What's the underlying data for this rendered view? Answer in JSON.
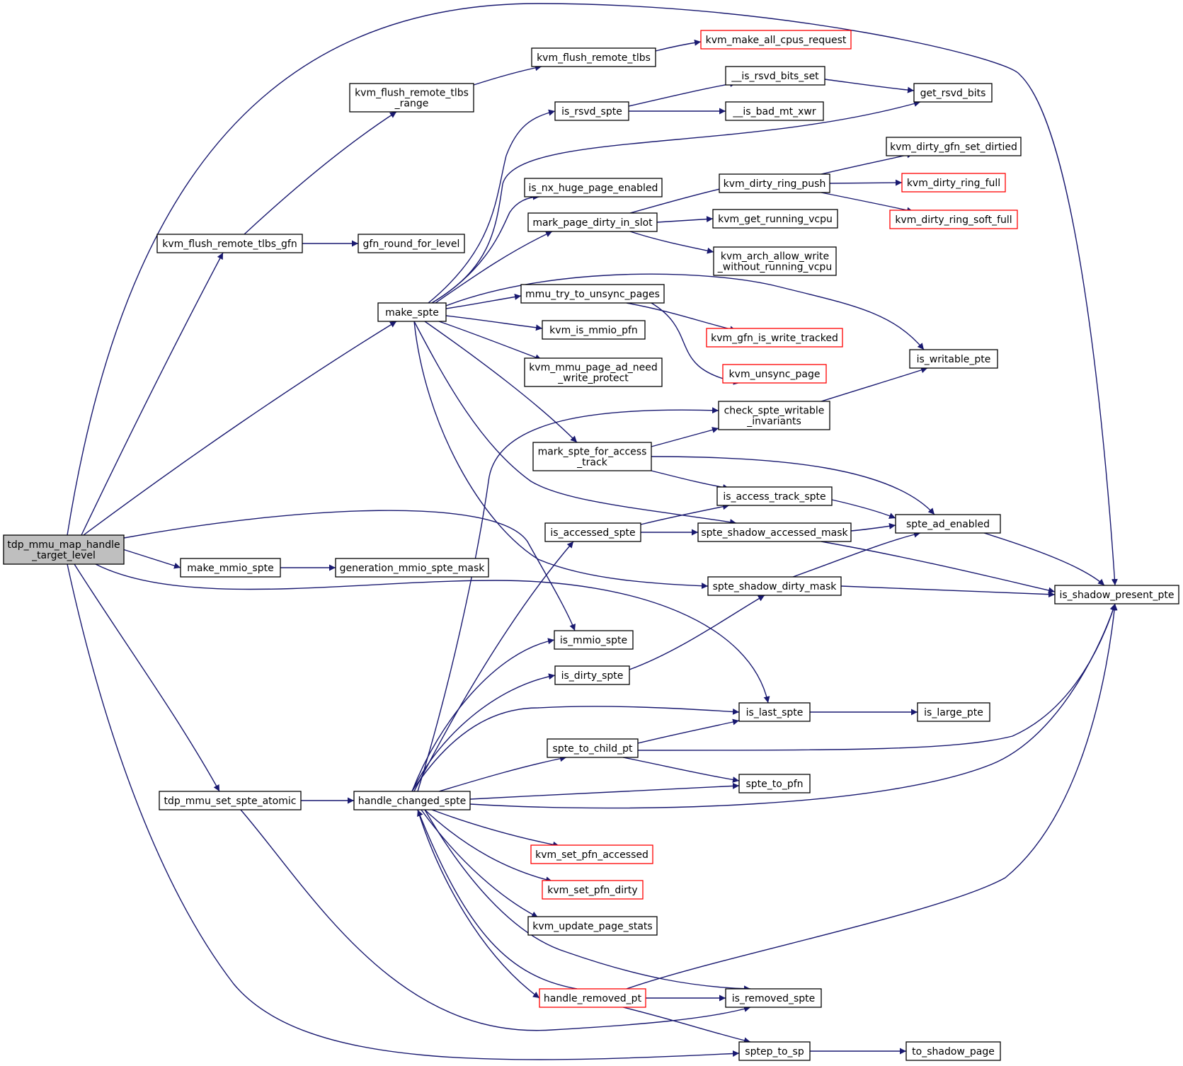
{
  "colors": {
    "edge": "#191970",
    "node_border": "#000000",
    "node_border_external": "#ff0000",
    "root_fill": "#bfbfbf",
    "node_fill": "#ffffff",
    "text": "#000000"
  },
  "nodes": {
    "root": {
      "lines": [
        "tdp_mmu_map_handle",
        "_target_level"
      ],
      "root": true
    },
    "kvm_make_all_cpus_request": {
      "lines": [
        "kvm_make_all_cpus_request"
      ],
      "external": true
    },
    "kvm_flush_remote_tlbs": {
      "lines": [
        "kvm_flush_remote_tlbs"
      ]
    },
    "kvm_flush_remote_tlbs_range": {
      "lines": [
        "kvm_flush_remote_tlbs",
        "_range"
      ]
    },
    "is_rsvd_bits_set": {
      "lines": [
        "__is_rsvd_bits_set"
      ]
    },
    "get_rsvd_bits": {
      "lines": [
        "get_rsvd_bits"
      ]
    },
    "is_rsvd_spte": {
      "lines": [
        "is_rsvd_spte"
      ]
    },
    "is_bad_mt_xwr": {
      "lines": [
        "__is_bad_mt_xwr"
      ]
    },
    "kvm_dirty_gfn_set_dirtied": {
      "lines": [
        "kvm_dirty_gfn_set_dirtied"
      ]
    },
    "is_nx_huge_page_enabled": {
      "lines": [
        "is_nx_huge_page_enabled"
      ]
    },
    "kvm_dirty_ring_push": {
      "lines": [
        "kvm_dirty_ring_push"
      ]
    },
    "kvm_dirty_ring_full": {
      "lines": [
        "kvm_dirty_ring_full"
      ],
      "external": true
    },
    "mark_page_dirty_in_slot": {
      "lines": [
        "mark_page_dirty_in_slot"
      ]
    },
    "kvm_get_running_vcpu": {
      "lines": [
        "kvm_get_running_vcpu"
      ]
    },
    "kvm_dirty_ring_soft_full": {
      "lines": [
        "kvm_dirty_ring_soft_full"
      ],
      "external": true
    },
    "kvm_flush_remote_tlbs_gfn": {
      "lines": [
        "kvm_flush_remote_tlbs_gfn"
      ]
    },
    "gfn_round_for_level": {
      "lines": [
        "gfn_round_for_level"
      ]
    },
    "kvm_arch_allow_write": {
      "lines": [
        "kvm_arch_allow_write",
        "_without_running_vcpu"
      ]
    },
    "mmu_try_to_unsync_pages": {
      "lines": [
        "mmu_try_to_unsync_pages"
      ]
    },
    "make_spte": {
      "lines": [
        "make_spte"
      ]
    },
    "kvm_is_mmio_pfn": {
      "lines": [
        "kvm_is_mmio_pfn"
      ]
    },
    "kvm_gfn_is_write_tracked": {
      "lines": [
        "kvm_gfn_is_write_tracked"
      ],
      "external": true
    },
    "is_writable_pte": {
      "lines": [
        "is_writable_pte"
      ]
    },
    "kvm_mmu_page_ad_need": {
      "lines": [
        "kvm_mmu_page_ad_need",
        "_write_protect"
      ]
    },
    "kvm_unsync_page": {
      "lines": [
        "kvm_unsync_page"
      ],
      "external": true
    },
    "check_spte_writable": {
      "lines": [
        "check_spte_writable",
        "_invariants"
      ]
    },
    "mark_spte_for_access": {
      "lines": [
        "mark_spte_for_access",
        "_track"
      ]
    },
    "is_access_track_spte": {
      "lines": [
        "is_access_track_spte"
      ]
    },
    "spte_ad_enabled": {
      "lines": [
        "spte_ad_enabled"
      ]
    },
    "is_accessed_spte": {
      "lines": [
        "is_accessed_spte"
      ]
    },
    "spte_shadow_accessed_mask": {
      "lines": [
        "spte_shadow_accessed_mask"
      ]
    },
    "make_mmio_spte": {
      "lines": [
        "make_mmio_spte"
      ]
    },
    "generation_mmio_spte_mask": {
      "lines": [
        "generation_mmio_spte_mask"
      ]
    },
    "spte_shadow_dirty_mask": {
      "lines": [
        "spte_shadow_dirty_mask"
      ]
    },
    "is_shadow_present_pte": {
      "lines": [
        "is_shadow_present_pte"
      ]
    },
    "is_mmio_spte": {
      "lines": [
        "is_mmio_spte"
      ]
    },
    "is_dirty_spte": {
      "lines": [
        "is_dirty_spte"
      ]
    },
    "is_last_spte": {
      "lines": [
        "is_last_spte"
      ]
    },
    "is_large_pte": {
      "lines": [
        "is_large_pte"
      ]
    },
    "spte_to_child_pt": {
      "lines": [
        "spte_to_child_pt"
      ]
    },
    "tdp_mmu_set_spte_atomic": {
      "lines": [
        "tdp_mmu_set_spte_atomic"
      ]
    },
    "handle_changed_spte": {
      "lines": [
        "handle_changed_spte"
      ]
    },
    "spte_to_pfn": {
      "lines": [
        "spte_to_pfn"
      ]
    },
    "kvm_set_pfn_accessed": {
      "lines": [
        "kvm_set_pfn_accessed"
      ],
      "external": true
    },
    "kvm_set_pfn_dirty": {
      "lines": [
        "kvm_set_pfn_dirty"
      ],
      "external": true
    },
    "kvm_update_page_stats": {
      "lines": [
        "kvm_update_page_stats"
      ]
    },
    "handle_removed_pt": {
      "lines": [
        "handle_removed_pt"
      ],
      "external": true
    },
    "is_removed_spte": {
      "lines": [
        "is_removed_spte"
      ]
    },
    "sptep_to_sp": {
      "lines": [
        "sptep_to_sp"
      ]
    },
    "to_shadow_page": {
      "lines": [
        "to_shadow_page"
      ]
    }
  },
  "edges": [
    [
      "root",
      "is_shadow_present_pte"
    ],
    [
      "root",
      "kvm_flush_remote_tlbs_gfn"
    ],
    [
      "root",
      "make_spte"
    ],
    [
      "root",
      "make_mmio_spte"
    ],
    [
      "root",
      "is_mmio_spte"
    ],
    [
      "root",
      "is_last_spte"
    ],
    [
      "root",
      "tdp_mmu_set_spte_atomic"
    ],
    [
      "root",
      "sptep_to_sp"
    ],
    [
      "kvm_flush_remote_tlbs_gfn",
      "kvm_flush_remote_tlbs_range"
    ],
    [
      "kvm_flush_remote_tlbs_gfn",
      "gfn_round_for_level"
    ],
    [
      "kvm_flush_remote_tlbs_range",
      "kvm_flush_remote_tlbs"
    ],
    [
      "kvm_flush_remote_tlbs",
      "kvm_make_all_cpus_request"
    ],
    [
      "make_spte",
      "is_rsvd_spte"
    ],
    [
      "make_spte",
      "get_rsvd_bits"
    ],
    [
      "make_spte",
      "is_nx_huge_page_enabled"
    ],
    [
      "make_spte",
      "mark_page_dirty_in_slot"
    ],
    [
      "make_spte",
      "mmu_try_to_unsync_pages"
    ],
    [
      "make_spte",
      "kvm_is_mmio_pfn"
    ],
    [
      "make_spte",
      "kvm_mmu_page_ad_need"
    ],
    [
      "make_spte",
      "is_writable_pte"
    ],
    [
      "make_spte",
      "mark_spte_for_access"
    ],
    [
      "make_spte",
      "spte_shadow_accessed_mask"
    ],
    [
      "make_spte",
      "spte_shadow_dirty_mask"
    ],
    [
      "is_rsvd_spte",
      "is_rsvd_bits_set"
    ],
    [
      "is_rsvd_spte",
      "is_bad_mt_xwr"
    ],
    [
      "is_rsvd_bits_set",
      "get_rsvd_bits"
    ],
    [
      "mark_page_dirty_in_slot",
      "kvm_dirty_ring_push"
    ],
    [
      "mark_page_dirty_in_slot",
      "kvm_get_running_vcpu"
    ],
    [
      "mark_page_dirty_in_slot",
      "kvm_arch_allow_write"
    ],
    [
      "kvm_dirty_ring_push",
      "kvm_dirty_gfn_set_dirtied"
    ],
    [
      "kvm_dirty_ring_push",
      "kvm_dirty_ring_full"
    ],
    [
      "kvm_dirty_ring_push",
      "kvm_dirty_ring_soft_full"
    ],
    [
      "mmu_try_to_unsync_pages",
      "kvm_gfn_is_write_tracked"
    ],
    [
      "mmu_try_to_unsync_pages",
      "kvm_unsync_page"
    ],
    [
      "check_spte_writable",
      "is_writable_pte"
    ],
    [
      "mark_spte_for_access",
      "check_spte_writable"
    ],
    [
      "mark_spte_for_access",
      "is_access_track_spte"
    ],
    [
      "mark_spte_for_access",
      "spte_ad_enabled"
    ],
    [
      "is_access_track_spte",
      "spte_ad_enabled"
    ],
    [
      "is_accessed_spte",
      "is_access_track_spte"
    ],
    [
      "is_accessed_spte",
      "spte_shadow_accessed_mask"
    ],
    [
      "spte_shadow_accessed_mask",
      "spte_ad_enabled"
    ],
    [
      "spte_shadow_accessed_mask",
      "is_shadow_present_pte"
    ],
    [
      "spte_ad_enabled",
      "is_shadow_present_pte"
    ],
    [
      "spte_shadow_dirty_mask",
      "spte_ad_enabled"
    ],
    [
      "spte_shadow_dirty_mask",
      "is_shadow_present_pte"
    ],
    [
      "make_mmio_spte",
      "generation_mmio_spte_mask"
    ],
    [
      "is_dirty_spte",
      "spte_shadow_dirty_mask"
    ],
    [
      "is_last_spte",
      "is_large_pte"
    ],
    [
      "spte_to_child_pt",
      "is_last_spte"
    ],
    [
      "spte_to_child_pt",
      "spte_to_pfn"
    ],
    [
      "spte_to_child_pt",
      "is_shadow_present_pte"
    ],
    [
      "tdp_mmu_set_spte_atomic",
      "handle_changed_spte"
    ],
    [
      "tdp_mmu_set_spte_atomic",
      "is_removed_spte"
    ],
    [
      "handle_changed_spte",
      "check_spte_writable"
    ],
    [
      "handle_changed_spte",
      "is_accessed_spte"
    ],
    [
      "handle_changed_spte",
      "is_mmio_spte"
    ],
    [
      "handle_changed_spte",
      "is_dirty_spte"
    ],
    [
      "handle_changed_spte",
      "is_last_spte"
    ],
    [
      "handle_changed_spte",
      "spte_to_child_pt"
    ],
    [
      "handle_changed_spte",
      "spte_to_pfn"
    ],
    [
      "handle_changed_spte",
      "is_shadow_present_pte"
    ],
    [
      "handle_changed_spte",
      "kvm_set_pfn_accessed"
    ],
    [
      "handle_changed_spte",
      "kvm_set_pfn_dirty"
    ],
    [
      "handle_changed_spte",
      "kvm_update_page_stats"
    ],
    [
      "handle_changed_spte",
      "handle_removed_pt"
    ],
    [
      "handle_changed_spte",
      "is_removed_spte"
    ],
    [
      "handle_removed_pt",
      "handle_changed_spte"
    ],
    [
      "handle_removed_pt",
      "is_removed_spte"
    ],
    [
      "handle_removed_pt",
      "sptep_to_sp"
    ],
    [
      "handle_removed_pt",
      "is_shadow_present_pte"
    ],
    [
      "sptep_to_sp",
      "to_shadow_page"
    ]
  ]
}
